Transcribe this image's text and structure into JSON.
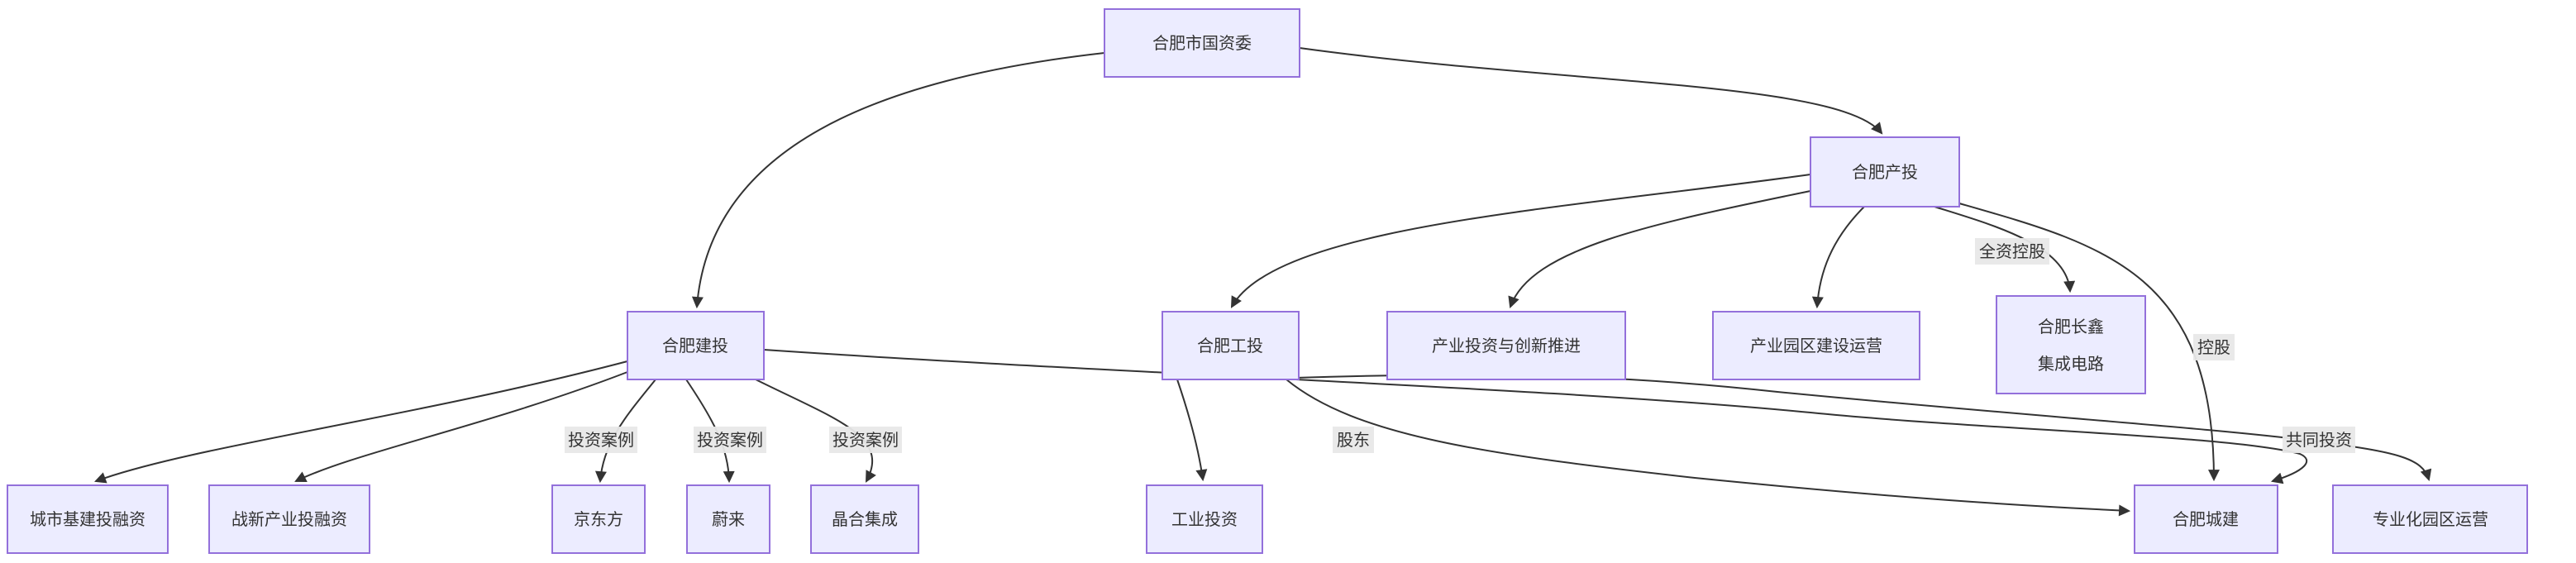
{
  "diagram": {
    "type": "flowchart",
    "background_color": "#ffffff",
    "node_fill_color": "#ECECFF",
    "node_border_color": "#9370DB",
    "edge_color": "#333333",
    "edge_label_bg_color": "#e8e8e8",
    "text_color": "#333333",
    "nodes": {
      "guoziwei": {
        "label": "合肥市国资委"
      },
      "chantou": {
        "label": "合肥产投"
      },
      "jiantou": {
        "label": "合肥建投"
      },
      "gongtou": {
        "label": "合肥工投"
      },
      "cyzx": {
        "label": "产业投资与创新推进"
      },
      "cyyq": {
        "label": "产业园区建设运营"
      },
      "changxin": {
        "label": "合肥长鑫集成电路",
        "line1": "合肥长鑫",
        "line2": "集成电路"
      },
      "chengshi": {
        "label": "城市基建投融资"
      },
      "zhanxin": {
        "label": "战新产业投融资"
      },
      "jingdongfang": {
        "label": "京东方"
      },
      "weilai": {
        "label": "蔚来"
      },
      "jinghe": {
        "label": "晶合集成"
      },
      "gongye": {
        "label": "工业投资"
      },
      "chengjian": {
        "label": "合肥城建"
      },
      "zhuanye": {
        "label": "专业化园区运营"
      }
    },
    "edge_labels": {
      "quanzi_konggu": "全资控股",
      "konggu": "控股",
      "touzi_anli_1": "投资案例",
      "touzi_anli_2": "投资案例",
      "touzi_anli_3": "投资案例",
      "gudong": "股东",
      "gongtong_touzi": "共同投资"
    },
    "edges": [
      {
        "from": "合肥市国资委",
        "to": "合肥建投",
        "label": ""
      },
      {
        "from": "合肥市国资委",
        "to": "合肥产投",
        "label": ""
      },
      {
        "from": "合肥建投",
        "to": "城市基建投融资",
        "label": ""
      },
      {
        "from": "合肥建投",
        "to": "战新产业投融资",
        "label": ""
      },
      {
        "from": "合肥建投",
        "to": "京东方",
        "label": "投资案例"
      },
      {
        "from": "合肥建投",
        "to": "蔚来",
        "label": "投资案例"
      },
      {
        "from": "合肥建投",
        "to": "晶合集成",
        "label": "投资案例"
      },
      {
        "from": "合肥建投",
        "to": "合肥城建",
        "label": ""
      },
      {
        "from": "合肥产投",
        "to": "合肥工投",
        "label": ""
      },
      {
        "from": "合肥产投",
        "to": "产业投资与创新推进",
        "label": ""
      },
      {
        "from": "合肥产投",
        "to": "产业园区建设运营",
        "label": ""
      },
      {
        "from": "合肥产投",
        "to": "合肥长鑫集成电路",
        "label": "全资控股"
      },
      {
        "from": "合肥产投",
        "to": "合肥城建",
        "label": "控股"
      },
      {
        "from": "合肥工投",
        "to": "工业投资",
        "label": ""
      },
      {
        "from": "合肥工投",
        "to": "合肥城建",
        "label": "股东"
      },
      {
        "from": "合肥工投",
        "to": "专业化园区运营",
        "label": "共同投资"
      }
    ]
  }
}
